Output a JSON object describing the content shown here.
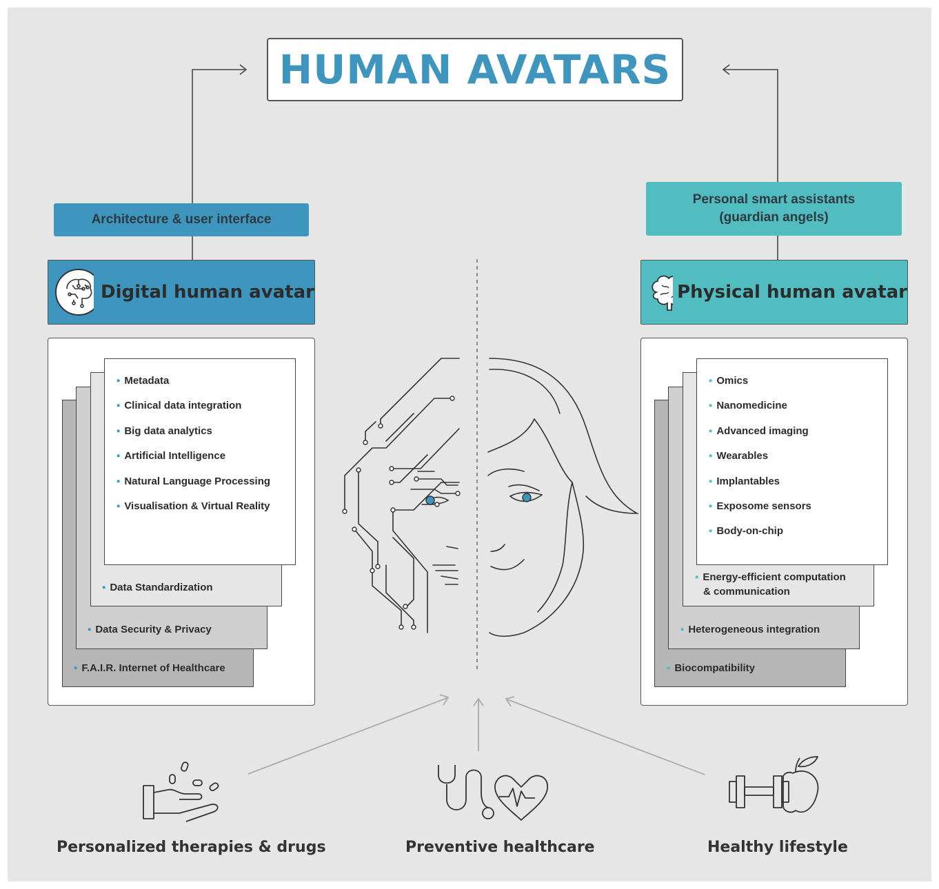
{
  "title": "HUMAN AVATARS",
  "left": {
    "tag": "Architecture & user interface",
    "avatar_title": "Digital human avatar",
    "icon": "circuit-brain-icon",
    "items": [
      "Metadata",
      "Clinical data integration",
      "Big data analytics",
      "Artificial Intelligence",
      "Natural Language Processing",
      "Visualisation & Virtual Reality"
    ],
    "layers": [
      "Data Standardization",
      "Data Security & Privacy",
      "F.A.I.R. Internet of Healthcare"
    ]
  },
  "right": {
    "tag_line1": "Personal smart assistants",
    "tag_line2": "(guardian angels)",
    "avatar_title": "Physical human avatar",
    "icon": "brain-icon",
    "items": [
      "Omics",
      "Nanomedicine",
      "Advanced imaging",
      "Wearables",
      "Implantables",
      "Exposome sensors",
      "Body-on-chip"
    ],
    "layers": [
      "Energy-efficient computation",
      "& communication",
      "Heterogeneous integration",
      "Biocompatibility"
    ]
  },
  "bottom": [
    {
      "label": "Personalized therapies & drugs",
      "icon": "hand-pills-icon"
    },
    {
      "label": "Preventive healthcare",
      "icon": "stethoscope-heart-icon"
    },
    {
      "label": "Healthy lifestyle",
      "icon": "dumbbell-apple-icon"
    }
  ],
  "colors": {
    "blue": "#3e96be",
    "teal": "#52bdc1",
    "background": "#e5e6e5"
  }
}
